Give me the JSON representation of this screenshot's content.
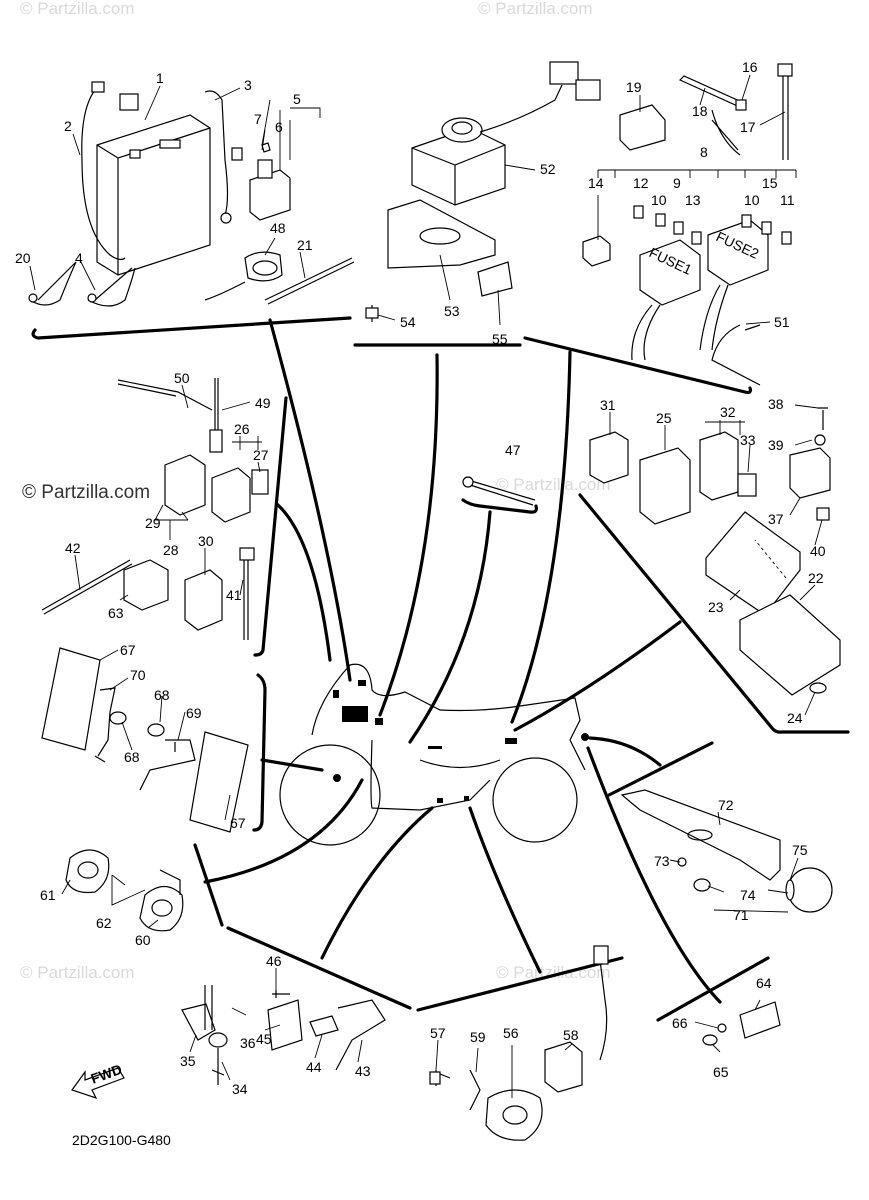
{
  "watermarks": {
    "top_left": "© Partzilla.com",
    "top_right": "© Partzilla.com",
    "mid_left": "© Partzilla.com",
    "mid_center": "© Partzilla.com",
    "bottom_left": "© Partzilla.com",
    "bottom_center": "© Partzilla.com"
  },
  "diagram_code": "2D2G100-G480",
  "fwd_label": "FWD",
  "fuse_labels": [
    "FUSE1",
    "FUSE2"
  ],
  "callouts": {
    "c1": "1",
    "c2": "2",
    "c3": "3",
    "c4": "4",
    "c5": "5",
    "c6": "6",
    "c7": "7",
    "c8": "8",
    "c9": "9",
    "c10a": "10",
    "c10b": "10",
    "c11": "11",
    "c12": "12",
    "c13": "13",
    "c14": "14",
    "c15": "15",
    "c16": "16",
    "c17": "17",
    "c18": "18",
    "c19": "19",
    "c20": "20",
    "c21": "21",
    "c22": "22",
    "c23": "23",
    "c24": "24",
    "c25": "25",
    "c26": "26",
    "c27": "27",
    "c28": "28",
    "c29": "29",
    "c30": "30",
    "c31": "31",
    "c32": "32",
    "c33": "33",
    "c34": "34",
    "c35": "35",
    "c36": "36",
    "c37": "37",
    "c38": "38",
    "c39": "39",
    "c40": "40",
    "c41": "41",
    "c42": "42",
    "c43": "43",
    "c44": "44",
    "c45": "45",
    "c46": "46",
    "c47": "47",
    "c48": "48",
    "c49": "49",
    "c50": "50",
    "c51": "51",
    "c52": "52",
    "c53": "53",
    "c54": "54",
    "c55": "55",
    "c56": "56",
    "c57": "57",
    "c58": "58",
    "c59": "59",
    "c60": "60",
    "c61": "61",
    "c62": "62",
    "c63": "63",
    "c64": "64",
    "c65": "65",
    "c66": "66",
    "c67a": "67",
    "c67b": "67",
    "c68a": "68",
    "c68b": "68",
    "c69": "69",
    "c70": "70",
    "c71": "71",
    "c72": "72",
    "c73": "73",
    "c74": "74",
    "c75": "75"
  }
}
